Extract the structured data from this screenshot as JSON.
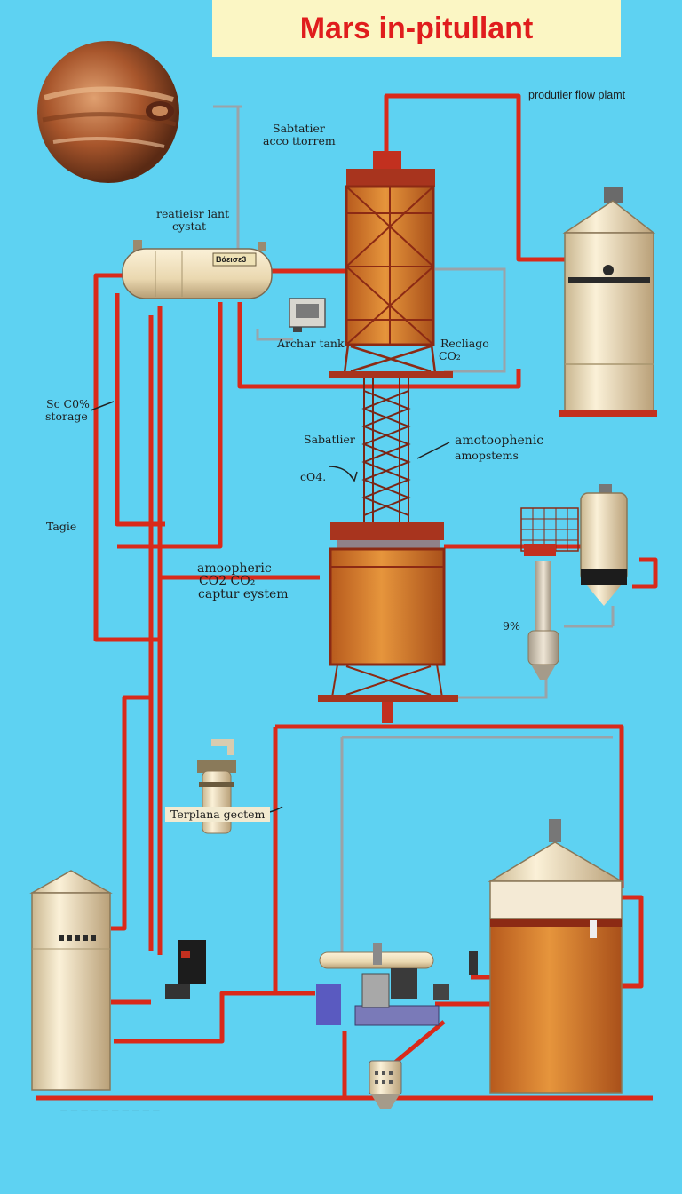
{
  "title": "Mars in-pitullant",
  "labels": {
    "plant_flow": "produtier flow plamt",
    "sabatier_top_line1": "Sabtatier",
    "sabatier_top_line2": "acco ttorrem",
    "reactor_line1": "reatieisr lant",
    "reactor_line2": "cystat",
    "tank_plate": "Βάεισε3",
    "archar_tank": "Archar tank",
    "recliago_line1": "Recliago",
    "recliago_line2": "CO₂",
    "co2_storage_line1": "Sc C0%",
    "co2_storage_line2": "storage",
    "sabatier_mid": "Sabatlier",
    "co4": "cO4.",
    "atmo_right_line1": "amotoophenic",
    "atmo_right_line2": "amopstems",
    "tagie": "Tagie",
    "atmo_left_line1": "amoopheric",
    "atmo_left_line2": "CO2  CO₂",
    "atmo_left_line3": "captur eystem",
    "percent": "9%",
    "terplane": "Terplana gectem",
    "footer": "— — — — — — — — — —"
  },
  "colors": {
    "background": "#5ed2f2",
    "pipe": "#d92a1a",
    "tank_cream": "#f0e2c4",
    "liquid_orange": "#c96a24",
    "title_bg": "#fbf6c4",
    "title_text": "#e01d1d"
  },
  "icons": [
    "mars-planet-icon",
    "valve-icon",
    "pump-icon",
    "control-box-icon"
  ]
}
